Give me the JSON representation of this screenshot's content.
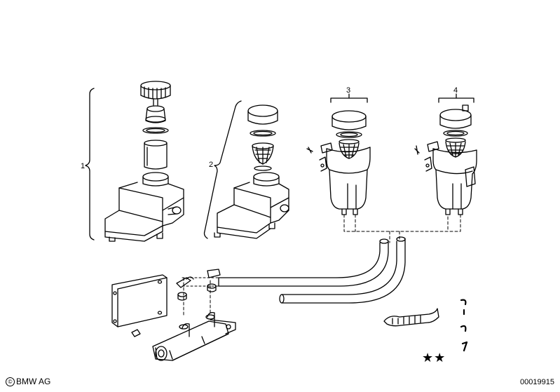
{
  "diagram": {
    "callouts": [
      {
        "id": "1",
        "text": "1"
      },
      {
        "id": "2",
        "text": "2"
      },
      {
        "id": "3",
        "text": "3"
      },
      {
        "id": "4",
        "text": "4"
      }
    ],
    "stars": "★★"
  },
  "footer": {
    "copyright_text": "BMW AG",
    "image_number": "00019915"
  },
  "colors": {
    "line": "#000000",
    "background": "#ffffff"
  }
}
